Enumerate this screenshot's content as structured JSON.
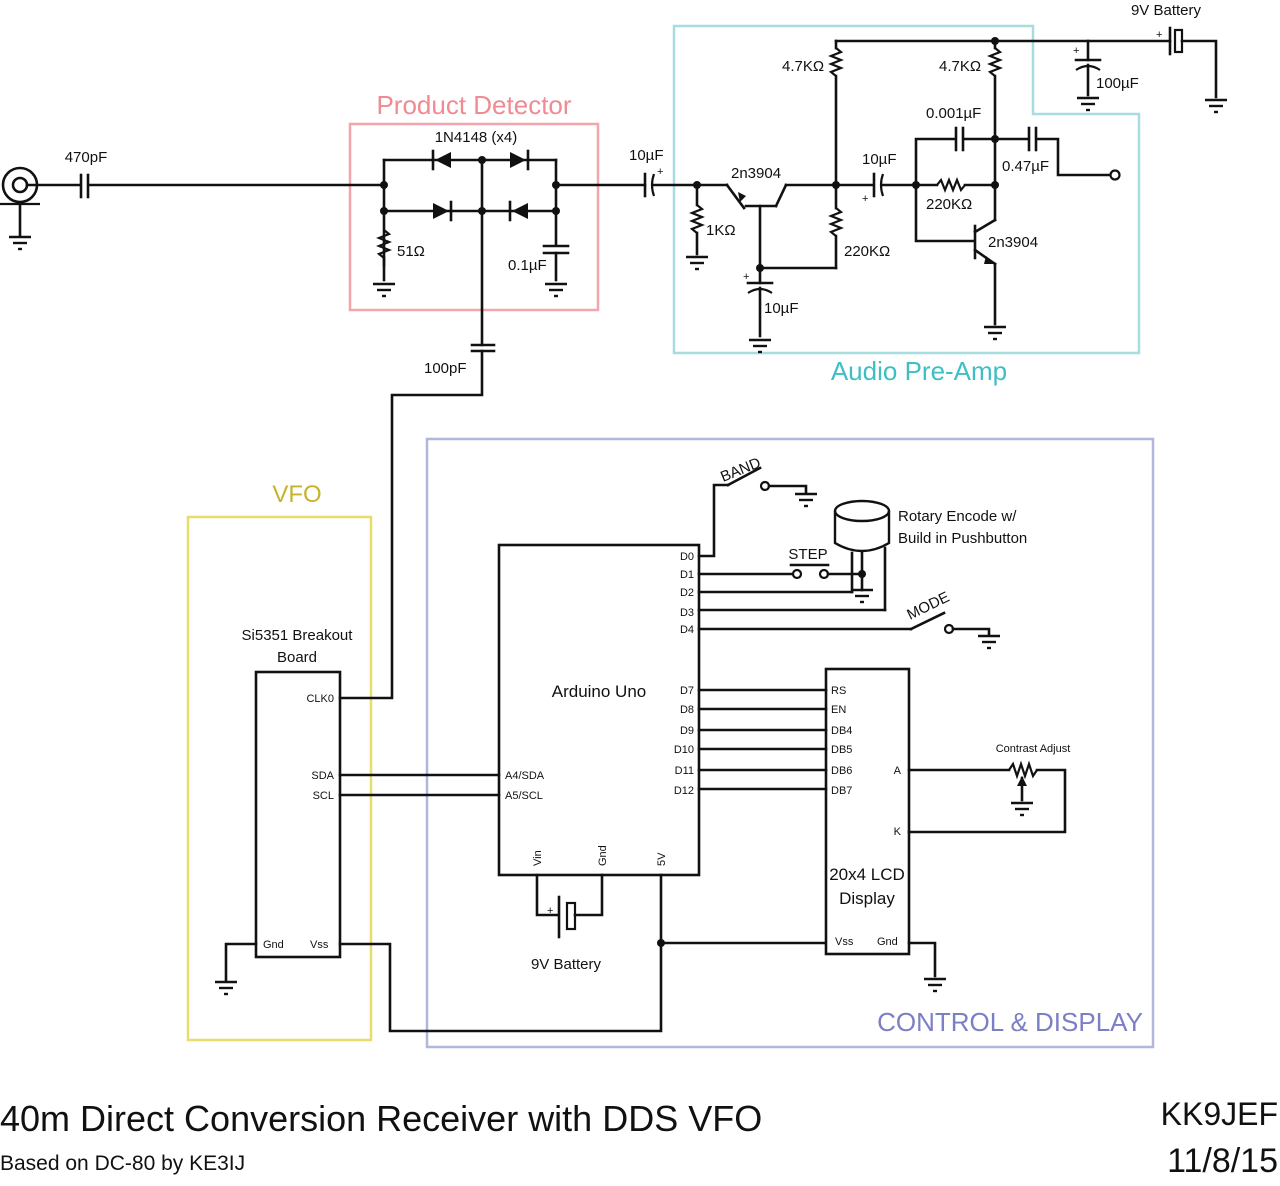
{
  "groups": {
    "product_detector": {
      "label": "Product Detector",
      "color": "#f08a93"
    },
    "audio_preamp": {
      "label": "Audio Pre-Amp",
      "color": "#3fbfc4"
    },
    "vfo": {
      "label": "VFO",
      "color": "#c8b22a"
    },
    "control_display": {
      "label": "CONTROL & DISPLAY",
      "color": "#7b7fc4"
    }
  },
  "components": {
    "c_input": "470pF",
    "diodes": "1N4148 (x4)",
    "r_term": "51Ω",
    "c_pd": "0.1µF",
    "c_vfo": "100pF",
    "c_couple1": "10µF",
    "q1": "2n3904",
    "r_base1": "1KΩ",
    "c_base1": "10µF",
    "r_col1": "4.7KΩ",
    "r_bias1": "220KΩ",
    "c_couple2": "10µF",
    "r_col2": "4.7KΩ",
    "c_fb": "0.001µF",
    "r_fb": "220KΩ",
    "q2": "2n3904",
    "c_out": "0.47µF",
    "c_supply": "100µF",
    "batt_top": "9V Battery",
    "batt_bottom": "9V Battery",
    "plus": "+"
  },
  "vfo_board": {
    "title_line1": "Si5351 Breakout",
    "title_line2": "Board",
    "pins": {
      "clk0": "CLK0",
      "sda": "SDA",
      "scl": "SCL",
      "gnd": "Gnd",
      "vss": "Vss"
    }
  },
  "arduino": {
    "title": "Arduino Uno",
    "pins_right": [
      "D0",
      "D1",
      "D2",
      "D3",
      "D4",
      "D7",
      "D8",
      "D9",
      "D10",
      "D11",
      "D12"
    ],
    "pins_left": [
      "A4/SDA",
      "A5/SCL"
    ],
    "pins_bottom": [
      "Vin",
      "Gnd",
      "5V"
    ]
  },
  "lcd": {
    "title_line1": "20x4 LCD",
    "title_line2": "Display",
    "pins_left": [
      "RS",
      "EN",
      "DB4",
      "DB5",
      "DB6",
      "DB7"
    ],
    "pin_a": "A",
    "pin_k": "K",
    "pin_vss": "Vss",
    "pin_gnd": "Gnd",
    "contrast_label": "Contrast Adjust"
  },
  "switches": {
    "band": "BAND",
    "step": "STEP",
    "mode": "MODE",
    "encoder_line1": "Rotary Encode w/",
    "encoder_line2": "Build in Pushbutton"
  },
  "footer": {
    "title": "40m Direct Conversion Receiver with DDS VFO",
    "subtitle": "Based on DC-80 by KE3IJ",
    "callsign": "KK9JEF",
    "date": "11/8/15"
  }
}
